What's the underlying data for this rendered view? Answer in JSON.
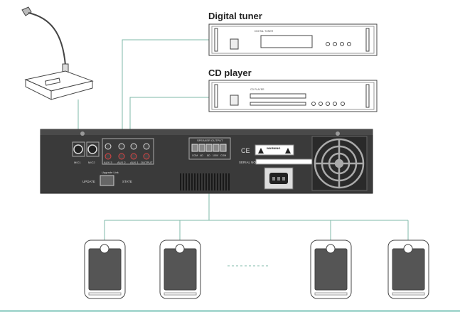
{
  "devices": {
    "tuner": {
      "label": "Digital tuner",
      "screen_text": "DIGITAL TUNER"
    },
    "cd": {
      "label": "CD player",
      "screen_text": "CD PLAYER"
    }
  },
  "amplifier": {
    "mic_labels": [
      "MIC1",
      "MIC2"
    ],
    "aux_labels": [
      "AUX 3",
      "AUX 2",
      "AUX 1",
      "OUTPUT"
    ],
    "speaker_title": "SPEAKER OUTPUT",
    "speaker_labels": [
      "COM",
      "4Ω",
      "8Ω",
      "100V",
      "COM"
    ],
    "update_label": "UPDATE",
    "usb_label": "Upgrade Link",
    "state_label": "STATE",
    "ce_mark": "CE",
    "warning_title": "WARNING",
    "serial_label": "SERIAL NO"
  },
  "colors": {
    "cable": "#7fb8a8",
    "amp_body": "#3c3c3c",
    "outline": "#555555",
    "bottom_line": "#a8d8d0"
  }
}
